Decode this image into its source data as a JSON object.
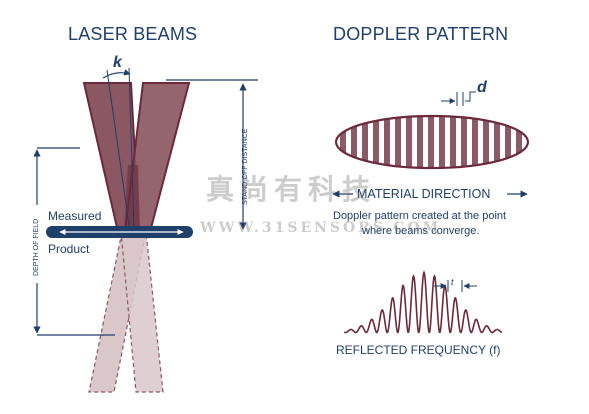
{
  "laser": {
    "title": "LASER BEAMS",
    "k_symbol": "k",
    "standoff_label": "STAND-OFF DISTANCE",
    "depth_label": "DEPTH OF FIELD",
    "measured_label": "Measured",
    "product_label": "Product"
  },
  "doppler": {
    "title": "DOPPLER PATTERN",
    "d_symbol": "d",
    "material_direction": "MATERIAL DIRECTION",
    "caption_line1": "Doppler pattern created at the point",
    "caption_line2": "where beams converge.",
    "t_symbol": "t",
    "frequency_label": "REFLECTED FREQUENCY (f)"
  },
  "watermark": {
    "line1": "真尚有科技",
    "line2": "WWW.31SENSORS.COM"
  },
  "colors": {
    "navy": "#1f3f6b",
    "beam_dark": "#6b2a3a",
    "beam_fill": "#8b5763",
    "beam_light": "#d9c7ca",
    "stripe": "#8c5a66"
  }
}
